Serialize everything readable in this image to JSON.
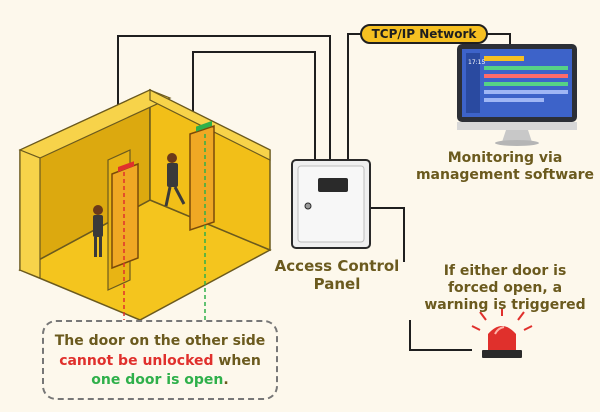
{
  "network": {
    "label": "TCP/IP Network"
  },
  "monitor": {
    "label_line1": "Monitoring via",
    "label_line2": "management software",
    "screen_time": "17:15"
  },
  "panel": {
    "label_line1": "Access Control",
    "label_line2": "Panel"
  },
  "alarm": {
    "label_line1": "If either door is",
    "label_line2": "forced open,  a",
    "label_line3": "warning is triggered"
  },
  "note": {
    "line1": "The door on the other side",
    "highlight_red": "cannot be unlocked",
    "mid": " when",
    "highlight_green": "one door is open",
    "end": "."
  },
  "colors": {
    "room_wall": "#f4c51e",
    "room_dark": "#d9a80c",
    "door": "#f0a824",
    "accent_red": "#e0302c",
    "accent_green": "#2fb04a",
    "text_brown": "#6b5a1e"
  }
}
